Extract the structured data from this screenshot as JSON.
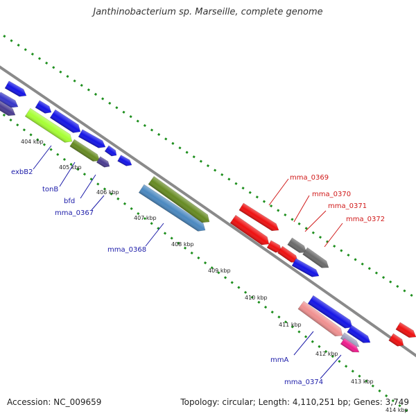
{
  "title": "Janthinobacterium sp. Marseille, complete genome",
  "footer": {
    "accession": "Accession: NC_009659",
    "summary": "Topology: circular; Length: 4,110,251 bp; Genes: 3,749"
  },
  "colors": {
    "backbone": "#8a8a8a",
    "dots": "#1e8f1e",
    "label_blue": "#1a1aa8",
    "label_red": "#d01818"
  },
  "ticks": [
    "404 kbp",
    "405 kbp",
    "406 kbp",
    "407 kbp",
    "408 kbp",
    "409 kbp",
    "410 kbp",
    "411 kbp",
    "412 kbp",
    "413 kbp",
    "414 kbp"
  ],
  "gene_labels": [
    {
      "text": "exbB2",
      "color": "blue"
    },
    {
      "text": "tonB",
      "color": "blue"
    },
    {
      "text": "bfd",
      "color": "blue"
    },
    {
      "text": "mma_0367",
      "color": "blue"
    },
    {
      "text": "mma_0368",
      "color": "blue"
    },
    {
      "text": "mmA",
      "color": "blue"
    },
    {
      "text": "mma_0374",
      "color": "blue"
    },
    {
      "text": "mma_0369",
      "color": "red"
    },
    {
      "text": "mma_0370",
      "color": "red"
    },
    {
      "text": "mma_0371",
      "color": "red"
    },
    {
      "text": "mma_0372",
      "color": "red"
    }
  ],
  "features": [
    {
      "color": "#3535c8"
    },
    {
      "color": "#4a3c90"
    },
    {
      "color": "#1414e6"
    },
    {
      "color": "#1414e6"
    },
    {
      "color": "#a6ff33"
    },
    {
      "color": "#1414e6"
    },
    {
      "color": "#668a22"
    },
    {
      "color": "#1414e6"
    },
    {
      "color": "#4a3c90"
    },
    {
      "color": "#1414e6"
    },
    {
      "color": "#1414e6"
    },
    {
      "color": "#4a88c0"
    },
    {
      "color": "#668a22"
    },
    {
      "color": "#ee1010"
    },
    {
      "color": "#ee1010"
    },
    {
      "color": "#ee1010"
    },
    {
      "color": "#6a6a6a"
    },
    {
      "color": "#6a6a6a"
    },
    {
      "color": "#ee1010"
    },
    {
      "color": "#1414e6"
    },
    {
      "color": "#f09090"
    },
    {
      "color": "#1414e6"
    },
    {
      "color": "#a0a0c0"
    },
    {
      "color": "#ee1b8c"
    },
    {
      "color": "#1414e6"
    },
    {
      "color": "#ee1010"
    },
    {
      "color": "#ee1010"
    }
  ]
}
